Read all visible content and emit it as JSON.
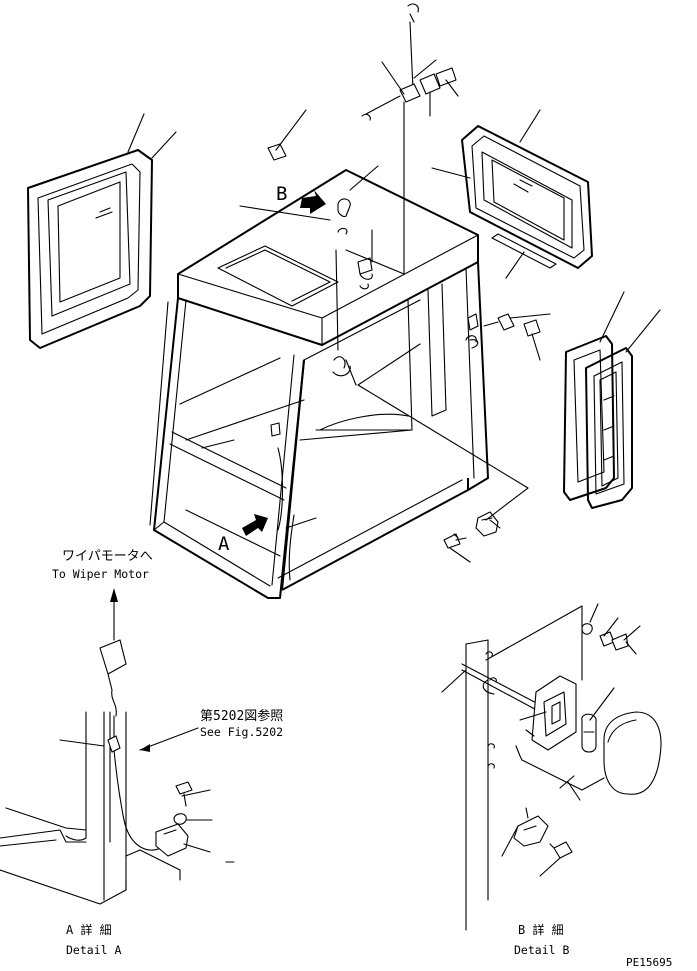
{
  "labels": {
    "view_a": "A",
    "view_b": "B",
    "wiper_jp": "ワイパモータへ",
    "wiper_en": "To Wiper Motor",
    "fig_ref_jp": "第5202図参照",
    "fig_ref_en": "See Fig.5202",
    "detail_a_jp": "A 詳 細",
    "detail_a_en": "Detail A",
    "detail_b_jp": "B 詳 細",
    "detail_b_en": "Detail B",
    "drawing_number": "PE15695"
  }
}
